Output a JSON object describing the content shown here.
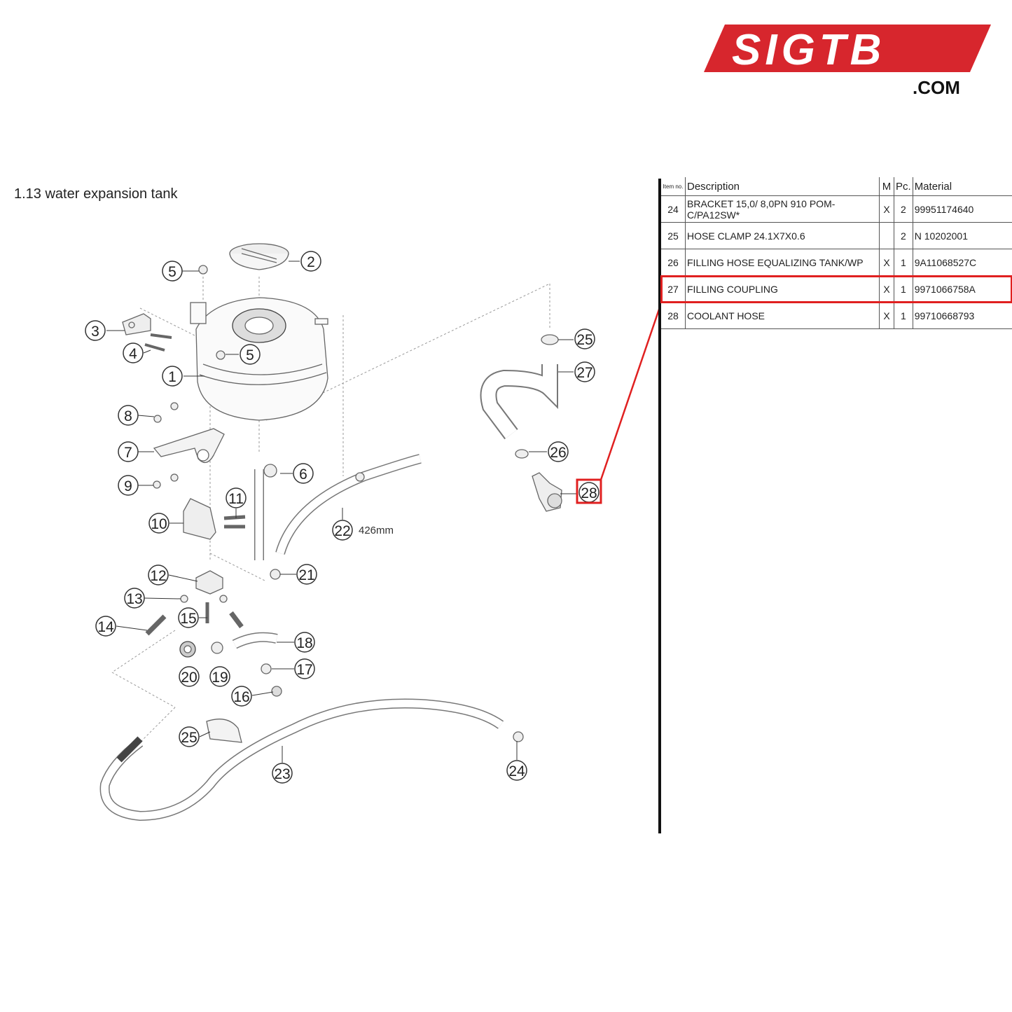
{
  "logo": {
    "text": "SIGTB",
    "domain": ".COM",
    "color": "#d7262d"
  },
  "section": {
    "title": "1.13  water expansion tank"
  },
  "diagram": {
    "callouts": [
      "1",
      "2",
      "3",
      "4",
      "5",
      "5",
      "6",
      "7",
      "8",
      "9",
      "10",
      "11",
      "12",
      "13",
      "14",
      "15",
      "16",
      "17",
      "18",
      "19",
      "20",
      "21",
      "22",
      "23",
      "24",
      "25",
      "25",
      "26",
      "27",
      "28"
    ],
    "hose_length_label": "426mm",
    "highlight_color": "#e02020"
  },
  "table": {
    "headers": {
      "item": "Item no.",
      "description": "Description",
      "m": "M",
      "pc": "Pc.",
      "material": "Material"
    },
    "rows": [
      {
        "item": "24",
        "description": "BRACKET 15,0/ 8,0PN 910 POM-C/PA12SW*",
        "m": "X",
        "pc": "2",
        "material": "99951174640"
      },
      {
        "item": "25",
        "description": "HOSE CLAMP 24.1X7X0.6",
        "m": "",
        "pc": "2",
        "material": "N 10202001"
      },
      {
        "item": "26",
        "description": "FILLING HOSE EQUALIZING TANK/WP",
        "m": "X",
        "pc": "1",
        "material": "9A11068527C"
      },
      {
        "item": "27",
        "description": "FILLING COUPLING",
        "m": "X",
        "pc": "1",
        "material": "9971066758A"
      },
      {
        "item": "28",
        "description": "COOLANT HOSE",
        "m": "X",
        "pc": "1",
        "material": "99710668793"
      }
    ],
    "highlighted_item": "27"
  }
}
